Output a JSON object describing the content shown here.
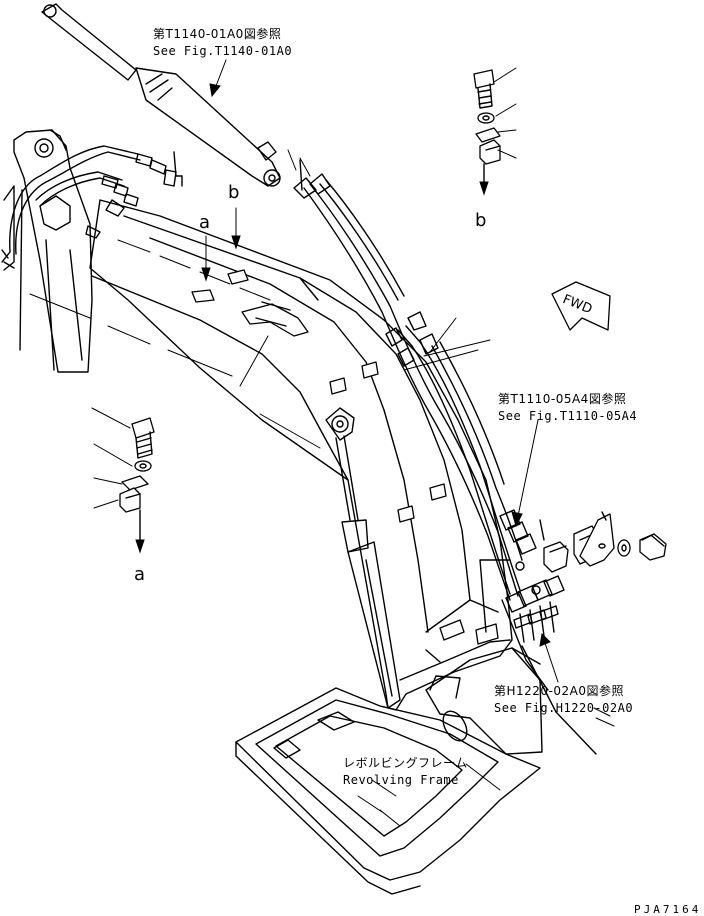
{
  "refs": {
    "t1140": {
      "jp": "第T1140-01A0図参照",
      "en": "See Fig.T1140-01A0"
    },
    "t1110": {
      "jp": "第T1110-05A4図参照",
      "en": "See Fig.T1110-05A4"
    },
    "h1220": {
      "jp": "第H1220-02A0図参照",
      "en": "See Fig.H1220-02A0"
    }
  },
  "frame_label": {
    "jp": "レボルビングフレーム",
    "en": "Revolving Frame"
  },
  "markers": {
    "a_detail": "a",
    "a_boom": "a",
    "b_boom": "b",
    "b_detail": "b"
  },
  "fwd": "FWD",
  "drawing_code": "PJA7164",
  "icons": {
    "detail_a": [
      "bolt-icon",
      "washer-icon",
      "clamp-plate-icon",
      "clamp-block-icon"
    ],
    "detail_b": [
      "bolt-icon",
      "washer-icon",
      "clamp-plate-icon",
      "clamp-block-icon"
    ],
    "right_set": [
      "clamp-block-icon",
      "clamp-half-icon",
      "clamp-half-icon",
      "washer-icon",
      "bolt-icon"
    ]
  }
}
